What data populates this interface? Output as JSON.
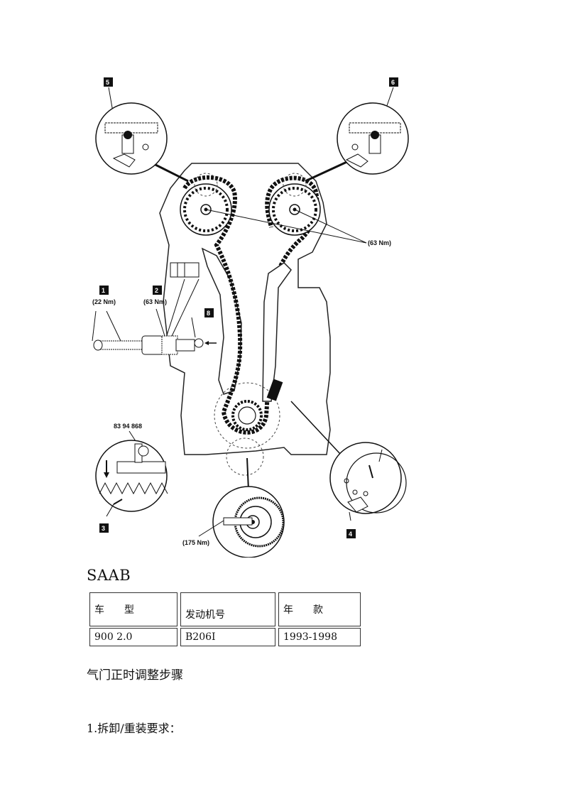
{
  "diagram": {
    "callouts": [
      "1",
      "2",
      "3",
      "4",
      "5",
      "6",
      "8"
    ],
    "torque_22": "(22 Nm)",
    "torque_63_tensioner": "(63 Nm)",
    "torque_63_cam": "(63 Nm)",
    "torque_175": "(175 Nm)",
    "tool_number": "83 94 868"
  },
  "brand": "SAAB",
  "spec_table": {
    "headers": [
      "车型",
      "发动机号",
      "年款"
    ],
    "values": [
      "900 2.0",
      "B206I",
      "1993-1998"
    ]
  },
  "section_title": "气门正时调整步骤",
  "step_1": "1.拆卸/重装要求："
}
